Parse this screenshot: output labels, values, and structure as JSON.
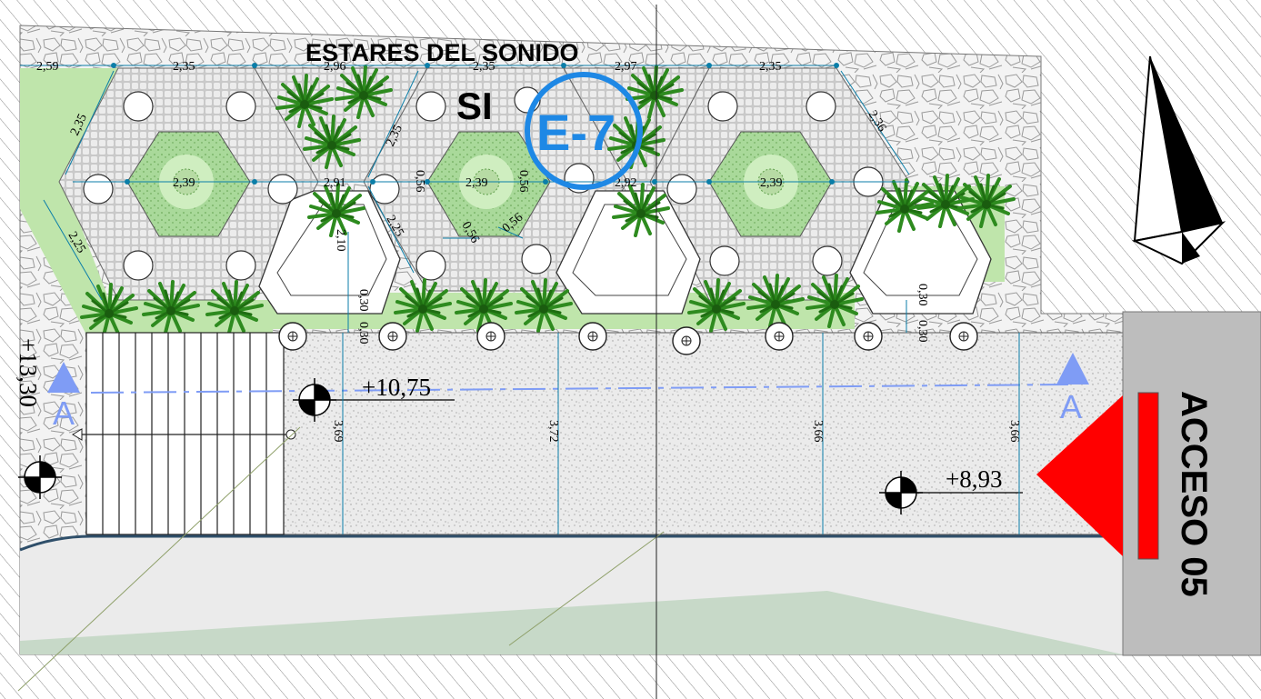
{
  "title": "ESTARES DEL SONIDO",
  "tag": "SI",
  "sheet_label": "E-7",
  "access_label": "ACCESO 05",
  "section_marks": [
    "A",
    "A"
  ],
  "levels": [
    "+10,75",
    "+8,93",
    "+13,30"
  ],
  "dims_top": [
    "2,59",
    "2,35",
    "2,96",
    "2,35",
    "2,97",
    "2,35"
  ],
  "dims_mid": [
    "2,39",
    "2,91",
    "2,39",
    "2,92",
    "2,39"
  ],
  "dims_diag": [
    "2,35",
    "2,36",
    "2,35",
    "2,25",
    "2,25"
  ],
  "dims_small": [
    "0,56",
    "0,56",
    "0,56",
    "0,56"
  ],
  "dims_curb": [
    "2,10",
    "0,30",
    "0,30",
    "0,30",
    "0,30"
  ],
  "dims_plaza": [
    "3,69",
    "3,72",
    "3,66",
    "3,66"
  ],
  "colors": {
    "accent_blue": "#1E88E5",
    "section_blue": "#7F9CF5",
    "access_red": "#FF0000",
    "garden_green": "#BCE3A5",
    "grass_dark": "#2E8B1F",
    "dim_line": "#0B7EA8"
  }
}
